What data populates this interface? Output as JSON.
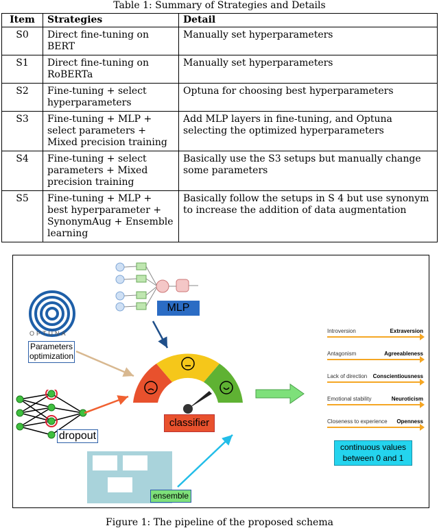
{
  "table": {
    "caption": "Table 1: Summary of Strategies and Details",
    "headers": [
      "Item",
      "Strategies",
      "Detail"
    ],
    "rows": [
      {
        "item": "S0",
        "strategy": "Direct fine-tuning on BERT",
        "detail": "Manually set hyperparameters"
      },
      {
        "item": "S1",
        "strategy": "Direct fine-tuning on RoBERTa",
        "detail": "Manually set hyperparameters"
      },
      {
        "item": "S2",
        "strategy": "Fine-tuning + select hyperparameters",
        "detail": "Optuna for choosing best hyperparameters"
      },
      {
        "item": "S3",
        "strategy": "Fine-tuning + MLP + select parameters + Mixed precision training",
        "detail": "Add MLP layers in fine-tuning, and Optuna selecting the optimized hyperparameters"
      },
      {
        "item": "S4",
        "strategy": "Fine-tuning + select parameters + Mixed precision training",
        "detail": "Basically use the S3 setups but manually change some parameters"
      },
      {
        "item": "S5",
        "strategy": "Fine-tuning + MLP + best hyperparameter + SynonymAug + Ensemble learning",
        "detail": "Basically follow the setups in S 4 but use synonym to increase the addition of data augmentation"
      }
    ]
  },
  "figure": {
    "mlp_label": "MLP",
    "optuna_logo_text": "OPTUNA",
    "params_label_line1": "Parameters",
    "params_label_line2": "optimization",
    "dropout_label": "dropout",
    "classifier_label": "classifier",
    "ensemble_label": "ensemble",
    "traits": [
      {
        "left": "Introversion",
        "right": "Extraversion"
      },
      {
        "left": "Antagonism",
        "right": "Agreeableness"
      },
      {
        "left": "Lack of direction",
        "right": "Conscientiousness"
      },
      {
        "left": "Emotional stability",
        "right": "Neuroticism"
      },
      {
        "left": "Closeness to experience",
        "right": "Openness"
      }
    ],
    "output_label_line1": "continuous values",
    "output_label_line2": "between 0 and 1",
    "colors": {
      "arrow_orange": "#f5a623",
      "gauge_red": "#e8512d",
      "gauge_yellow": "#f5c71a",
      "gauge_green": "#5fb233",
      "mlp_box": "#2b6cc4",
      "output_box": "#24d4ee",
      "big_arrow": "#7ee07a"
    }
  },
  "figure_caption": "Figure 1: The pipeline of the proposed schema"
}
